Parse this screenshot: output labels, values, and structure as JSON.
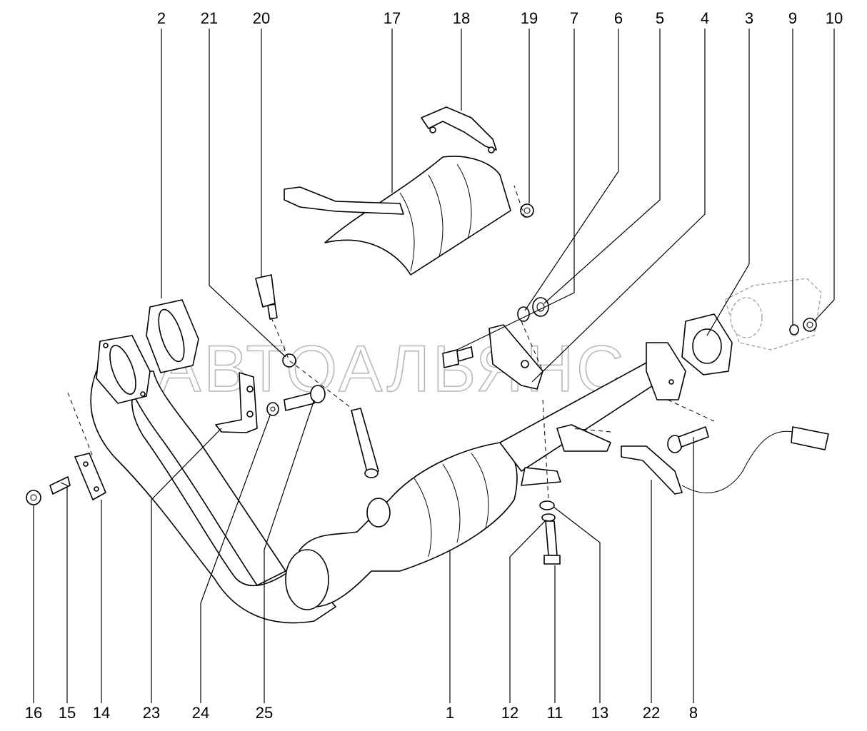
{
  "watermark": "АВТОАЛЬЯНС",
  "callouts_top": [
    "2",
    "21",
    "20",
    "17",
    "18",
    "19",
    "7",
    "6",
    "5",
    "4",
    "3",
    "9",
    "10"
  ],
  "callouts_bottom": [
    "16",
    "15",
    "14",
    "23",
    "24",
    "25",
    "1",
    "12",
    "11",
    "13",
    "22",
    "8"
  ]
}
